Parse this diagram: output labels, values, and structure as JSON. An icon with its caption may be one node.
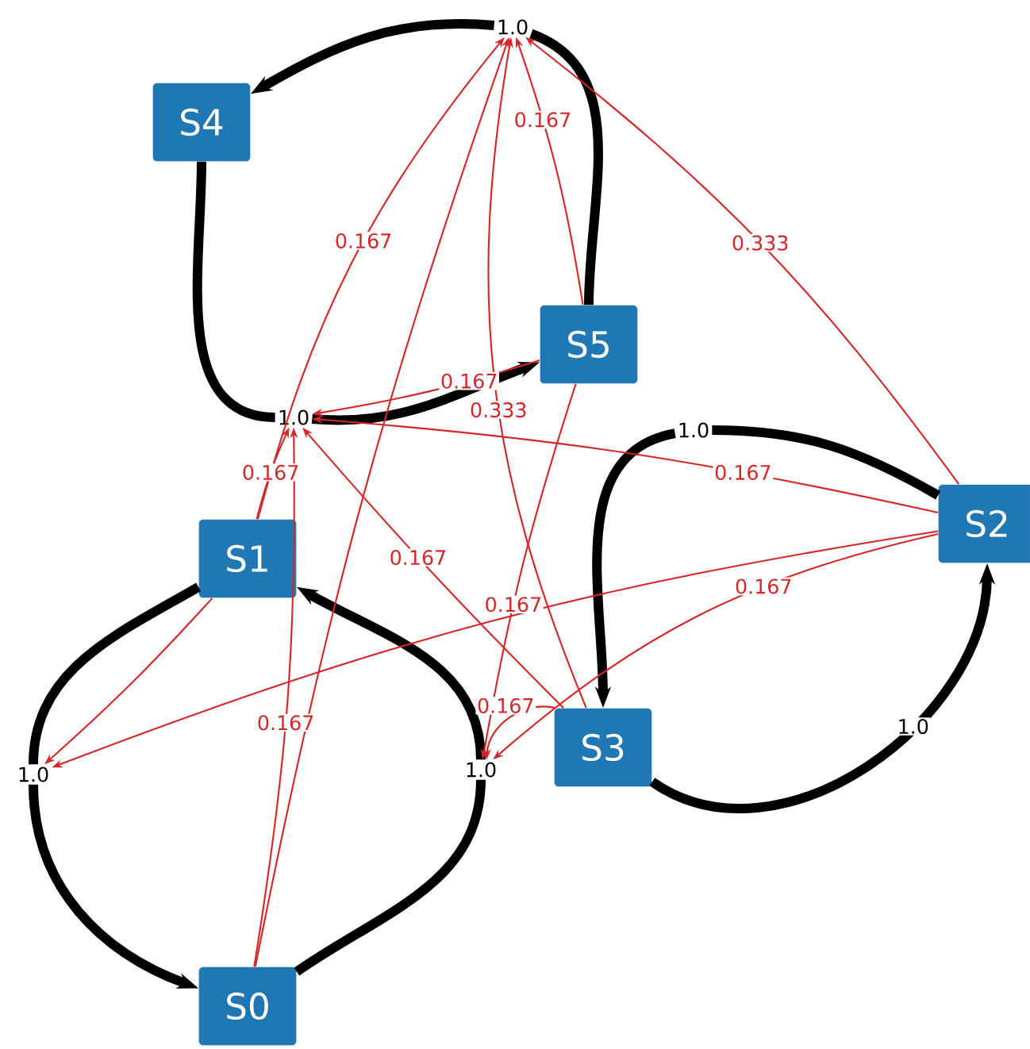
{
  "diagram": {
    "nodes": [
      {
        "text": [
          "1.0"
        ]
      },
      {
        "text": [
          "S4"
        ]
      },
      {
        "text": [
          "S5"
        ]
      },
      {
        "text": [
          "1.0"
        ]
      },
      {
        "text": [
          "1.0"
        ]
      },
      {
        "text": [
          "S2"
        ]
      },
      {
        "text": [
          "S1"
        ]
      },
      {
        "text": [
          "S3"
        ]
      },
      {
        "text": [
          "1.0"
        ]
      },
      {
        "text": [
          "1.0"
        ]
      },
      {
        "text": [
          "S0"
        ]
      }
    ],
    "edges": [
      {
        "from": 2,
        "to": 0,
        "arrow": "none",
        "style": "thick",
        "color": "#000000"
      },
      {
        "from": 0,
        "to": 1,
        "arrow": "to",
        "style": "thick",
        "color": "#000000"
      },
      {
        "from": 1,
        "to": 3,
        "arrow": "none",
        "style": "thick",
        "color": "#000000"
      },
      {
        "from": 3,
        "to": 2,
        "arrow": "to",
        "style": "thick",
        "color": "#000000"
      },
      {
        "from": 5,
        "to": 4,
        "arrow": "none",
        "style": "thick",
        "color": "#000000"
      },
      {
        "from": 4,
        "to": 7,
        "arrow": "to",
        "style": "thick",
        "color": "#000000"
      },
      {
        "from": 6,
        "to": 8,
        "arrow": "none",
        "style": "thick",
        "color": "#000000"
      },
      {
        "from": 8,
        "to": 10,
        "arrow": "to",
        "style": "thick",
        "color": "#000000"
      },
      {
        "from": 10,
        "to": 9,
        "arrow": "none",
        "style": "thick",
        "color": "#000000"
      },
      {
        "from": 9,
        "to": 6,
        "arrow": "to",
        "style": "thick",
        "color": "#000000"
      },
      {
        "from": 7,
        "to": 5,
        "arrow": "to",
        "label": "1.0",
        "style": "thick",
        "color": "#000000"
      },
      {
        "from": 5,
        "to": 0,
        "arrow": "to",
        "label": "0.333"
      },
      {
        "from": 7,
        "to": 0,
        "arrow": "to",
        "label": "0.333"
      },
      {
        "from": 6,
        "to": 0,
        "arrow": "to",
        "label": "0.167"
      },
      {
        "from": 2,
        "to": 0,
        "arrow": "to",
        "label": "0.167"
      },
      {
        "from": 10,
        "to": 0,
        "arrow": "to"
      },
      {
        "from": 6,
        "to": 3,
        "arrow": "to",
        "label": "0.167"
      },
      {
        "from": 2,
        "to": 3,
        "arrow": "to",
        "label": "0.167"
      },
      {
        "from": 7,
        "to": 3,
        "arrow": "to",
        "label": "0.167"
      },
      {
        "from": 10,
        "to": 3,
        "arrow": "to",
        "label": "0.167"
      },
      {
        "from": 5,
        "to": 3,
        "arrow": "to",
        "label": "0.167"
      },
      {
        "from": 6,
        "to": 8,
        "arrow": "to"
      },
      {
        "from": 5,
        "to": 8,
        "arrow": "to"
      },
      {
        "from": 5,
        "to": 9,
        "arrow": "to",
        "label": "0.167"
      },
      {
        "from": 2,
        "to": 9,
        "arrow": "to",
        "label": "0.167"
      },
      {
        "from": 7,
        "to": 9,
        "arrow": "to",
        "label": "0.167"
      }
    ]
  }
}
